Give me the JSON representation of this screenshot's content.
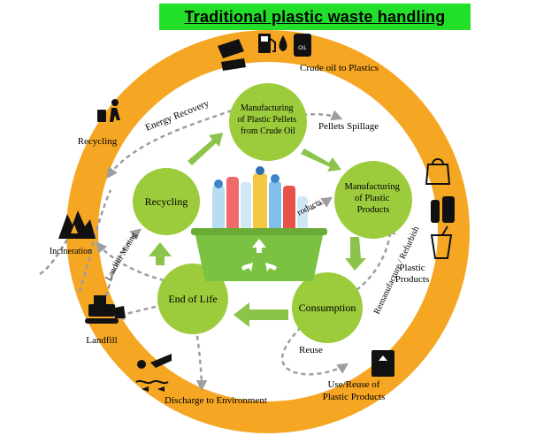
{
  "title": "Traditional plastic waste handling",
  "colors": {
    "title_bg": "#22e02a",
    "outer_ring": "#f5a623",
    "node_fill": "#9ccc3c",
    "big_arrow": "#8cc34a",
    "dashed_arrow": "#9e9e9e",
    "basket": "#7cc242"
  },
  "nodes": {
    "manufacturing_pellets": "Manufacturing of Plastic Pellets from Crude Oil",
    "manufacturing_products": "Manufacturing of Plastic Products",
    "consumption": "Consumption",
    "end_of_life": "End of Life",
    "recycling": "Recycling"
  },
  "ring_labels": {
    "crude_oil": "Crude oil to Plastics",
    "plastic_products": "Plastic Products",
    "use_reuse": "Use/Reuse of Plastic Products",
    "discharge": "Discharge to Environment",
    "landfill": "Landfill",
    "incineration": "Incineration",
    "recycling": "Recycling"
  },
  "flow_labels": {
    "energy_recovery": "Energy Recovery",
    "pellets_spillage": "Pellets Spillage",
    "products": "roducts",
    "remanufacture": "Remanufacture / Refurbish",
    "reuse": "Reuse",
    "landfill_mining": "Landfill Mining"
  },
  "icons": [
    "oil-barrel-icon",
    "fuel-pump-icon",
    "oil-drop-icon",
    "shopping-bag-icon",
    "bottles-icon",
    "cup-icon",
    "recycle-bin-icon",
    "person-trash-icon",
    "fire-icon",
    "bulldozer-icon",
    "discharge-pipe-icon",
    "recycle-symbol-icon"
  ]
}
